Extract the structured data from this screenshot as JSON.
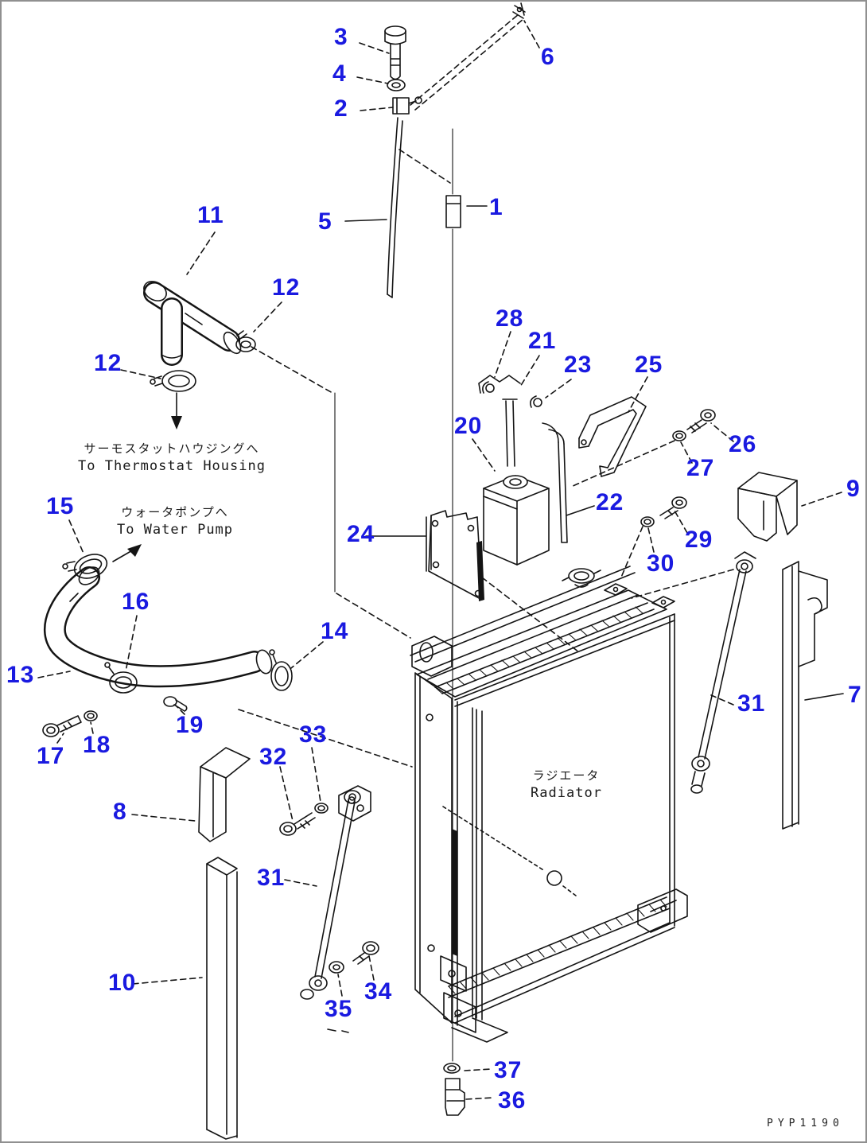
{
  "diagram": {
    "drawing_code": "PYP1190",
    "annotations": {
      "to_thermostat_jp": "サーモスタットハウジングへ",
      "to_thermostat_en": "To Thermostat Housing",
      "to_water_pump_jp": "ウォータポンプへ",
      "to_water_pump_en": "To Water Pump",
      "radiator_jp": "ラジエータ",
      "radiator_en": "Radiator"
    },
    "callouts": [
      {
        "num": "3"
      },
      {
        "num": "4"
      },
      {
        "num": "2"
      },
      {
        "num": "6"
      },
      {
        "num": "1"
      },
      {
        "num": "5"
      },
      {
        "num": "11"
      },
      {
        "num": "12"
      },
      {
        "num": "12"
      },
      {
        "num": "28"
      },
      {
        "num": "21"
      },
      {
        "num": "23"
      },
      {
        "num": "25"
      },
      {
        "num": "26"
      },
      {
        "num": "27"
      },
      {
        "num": "20"
      },
      {
        "num": "9"
      },
      {
        "num": "22"
      },
      {
        "num": "29"
      },
      {
        "num": "30"
      },
      {
        "num": "24"
      },
      {
        "num": "15"
      },
      {
        "num": "16"
      },
      {
        "num": "14"
      },
      {
        "num": "13"
      },
      {
        "num": "31"
      },
      {
        "num": "7"
      },
      {
        "num": "17"
      },
      {
        "num": "18"
      },
      {
        "num": "19"
      },
      {
        "num": "33"
      },
      {
        "num": "32"
      },
      {
        "num": "8"
      },
      {
        "num": "31"
      },
      {
        "num": "10"
      },
      {
        "num": "35"
      },
      {
        "num": "34"
      },
      {
        "num": "37"
      },
      {
        "num": "36"
      }
    ]
  }
}
